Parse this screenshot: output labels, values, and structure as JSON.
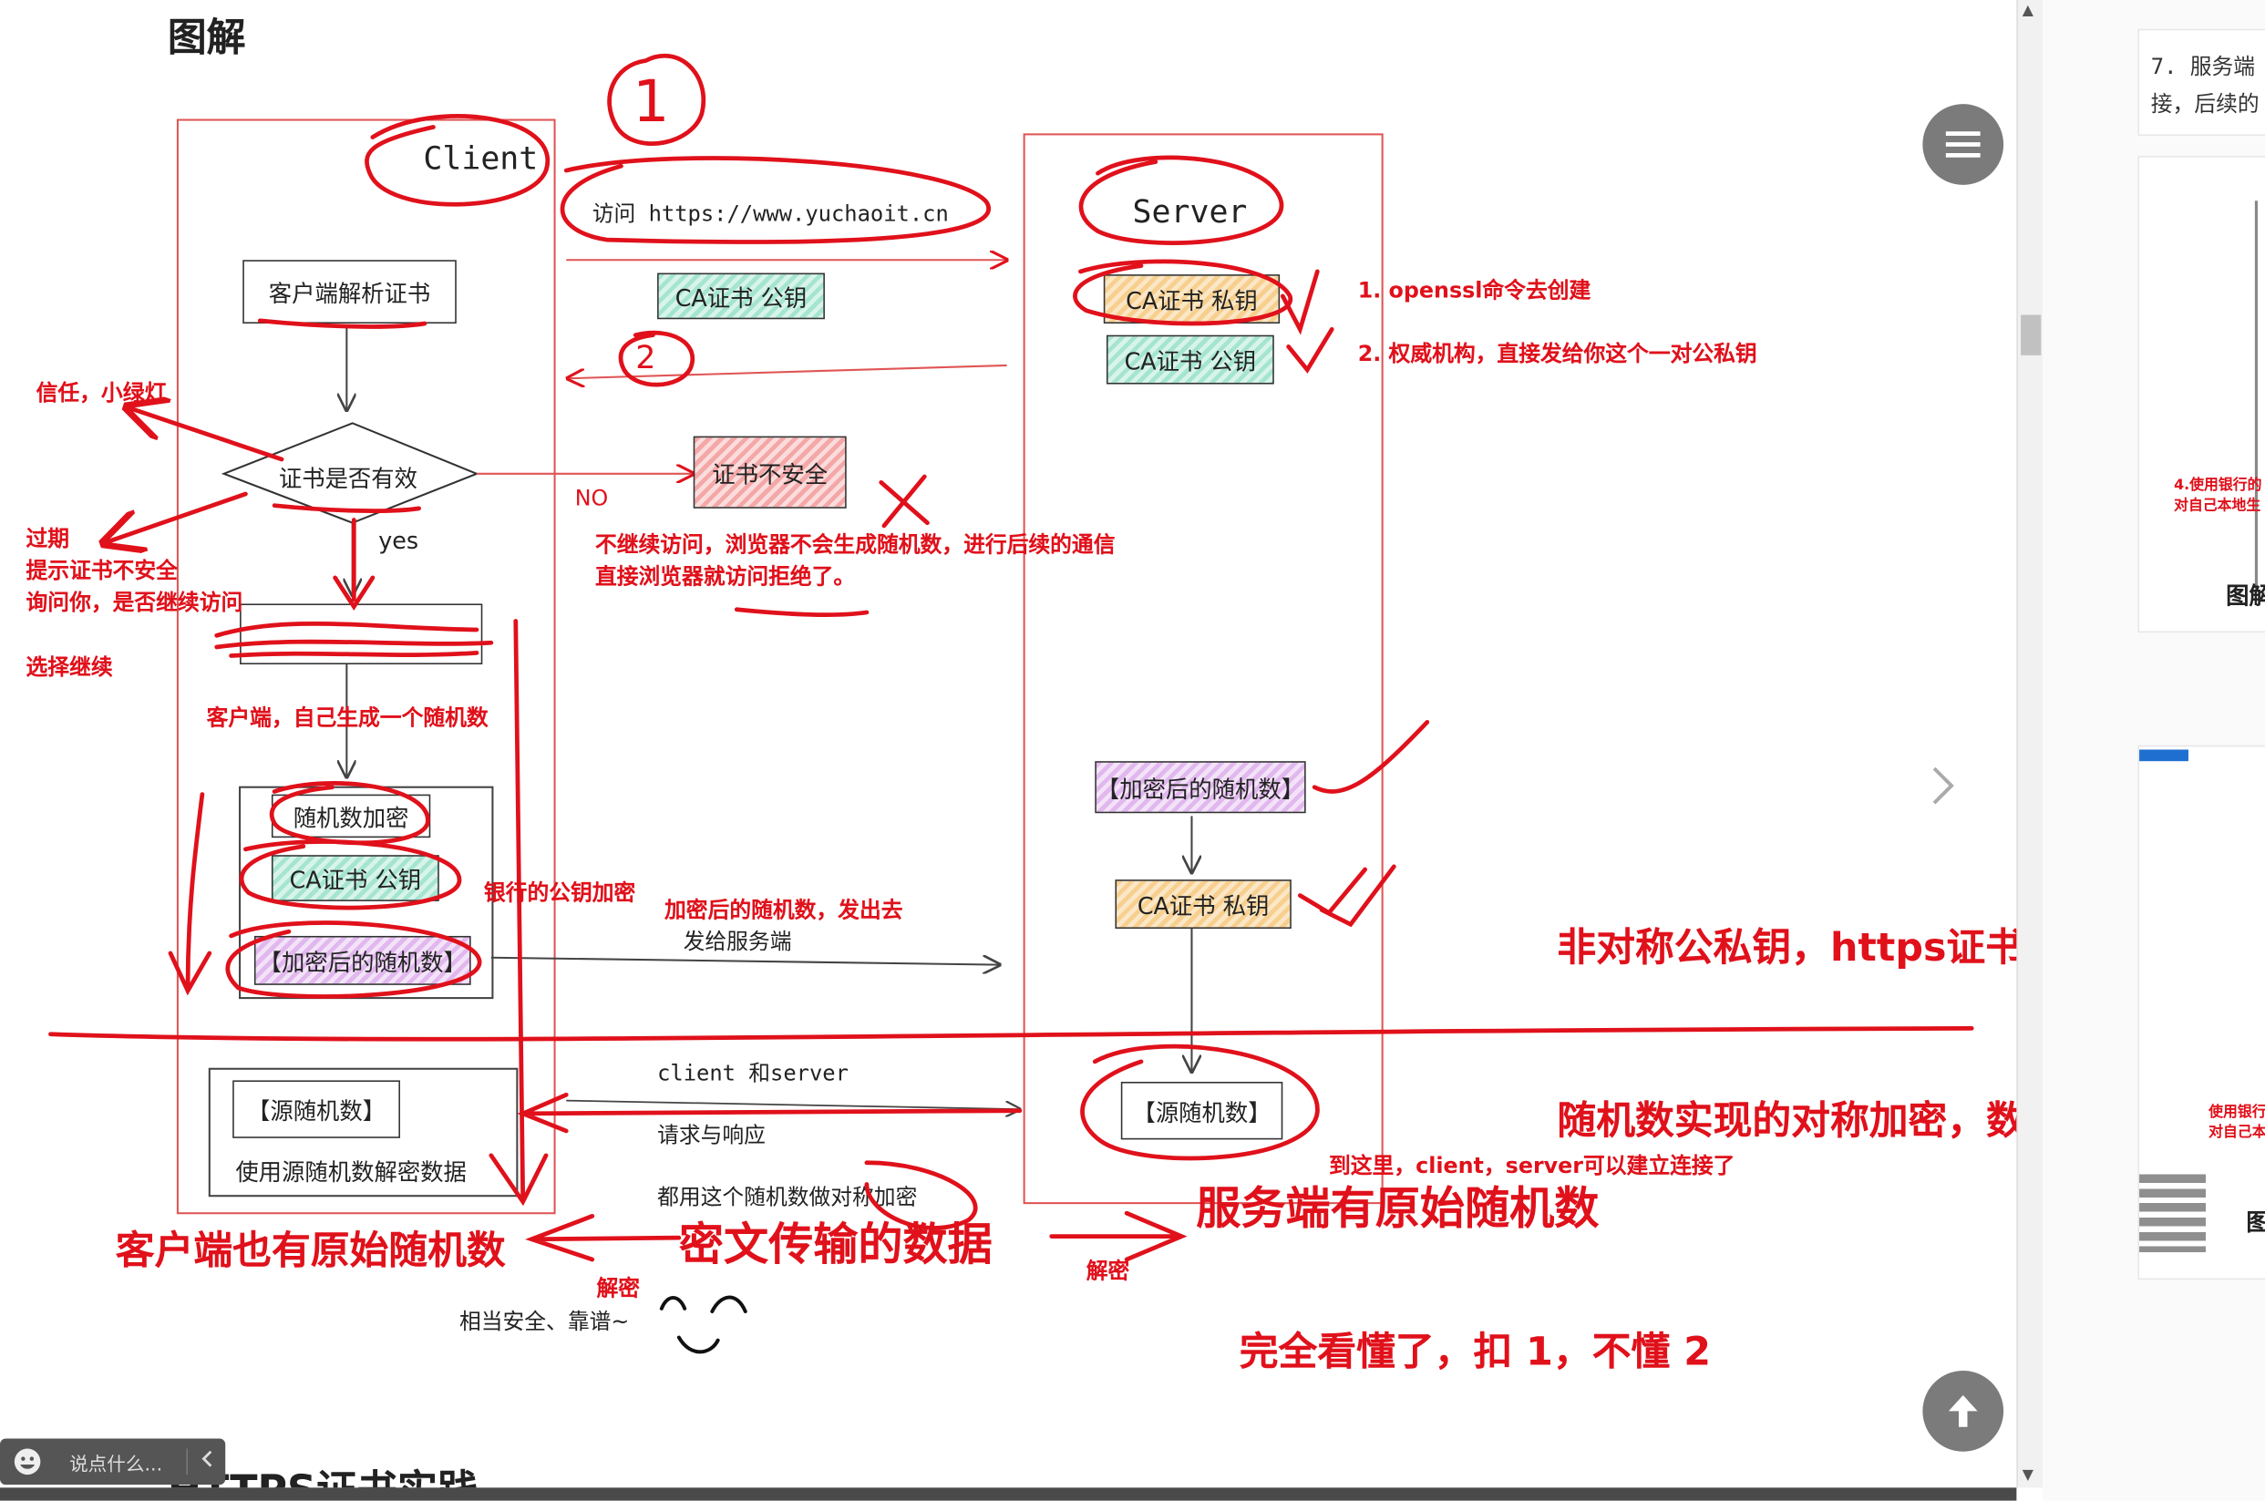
{
  "header": {
    "title": "图解"
  },
  "client": {
    "title": "Client",
    "parse_cert": "客户端解析证书",
    "cert_valid": "证书是否有效",
    "yes": "yes",
    "no": "NO",
    "cert_unsafe": "证书不安全",
    "rand_encrypt": "随机数加密",
    "ca_pub": "CA证书  公钥",
    "encrypted_rand": "【加密后的随机数】",
    "source_rand": "【源随机数】",
    "decrypt_data": "使用源随机数解密数据"
  },
  "server": {
    "title": "Server",
    "ca_priv": "CA证书  私钥",
    "ca_pub": "CA证书  公钥",
    "encrypted_rand": "【加密后的随机数】",
    "ca_priv2": "CA证书  私钥",
    "source_rand": "【源随机数】"
  },
  "flow": {
    "visit": "访问 https://www.yuchaoit.cn",
    "ca_pub_mid": "CA证书  公钥",
    "send_to_server": "发给服务端",
    "client_server": "client 和server",
    "req_resp": "请求与响应",
    "symmetric": "都用这个随机数做对称加密",
    "safe_note": "相当安全、靠谱~"
  },
  "annotations": {
    "n1": "1",
    "n2": "2",
    "openssl": "1. openssl命令去创建",
    "authority": "2. 权威机构，直接发给你这个一对公私钥",
    "trust": "信任，小绿灯",
    "expired": "过期",
    "hint_unsafe": "提示证书不安全",
    "ask": "询问你，是否继续访问",
    "choose": "选择继续",
    "no_continue": "不继续访问，浏览器不会生成随机数，进行后续的通信",
    "reject": "直接浏览器就访问拒绝了。",
    "client_gen": "客户端，自己生成一个随机数",
    "bank_pub": "银行的公钥加密",
    "encrypted_send": "加密后的随机数，发出去",
    "asym": "非对称公私钥，https证书",
    "sym": "随机数实现的对称加密，数据加密",
    "connected": "到这里，client，server可以建立连接了",
    "server_has": "服务端有原始随机数",
    "client_has": "客户端也有原始随机数",
    "cipher": "密文传输的数据",
    "decrypt_left": "解密",
    "decrypt_right": "解密",
    "understand": "完全看懂了，扣 1，不懂 2"
  },
  "page": {
    "next_heading": "HTTPS证书实践",
    "chat_placeholder": "说点什么...",
    "side_text_1": "7. 服务端",
    "side_text_2": "接，后续的",
    "side_small_1": "4.使用银行的",
    "side_small_2": "对自己本地生",
    "side_title": "图解",
    "side_small_3": "使用银行",
    "side_small_4": "对自己本地",
    "side_title_2": "图"
  },
  "colors": {
    "annotation_red": "#e0111b",
    "fab_gray": "#7b7b7b"
  },
  "icons": {
    "menu": "menu-icon",
    "up": "arrow-up-icon",
    "next": "chevron-right-icon",
    "smile": "smile-icon",
    "collapse": "chevron-left-icon"
  }
}
